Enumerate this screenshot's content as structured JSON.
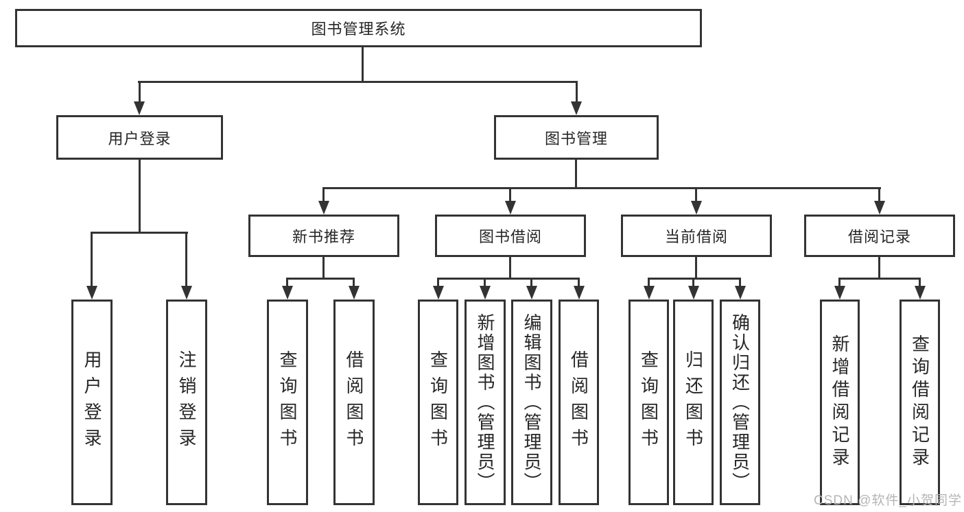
{
  "tree": {
    "root": {
      "label": "图书管理系统"
    },
    "branches": [
      {
        "label": "用户登录",
        "children": [
          {
            "label": "用户登录"
          },
          {
            "label": "注销登录"
          }
        ]
      },
      {
        "label": "图书管理",
        "children": [
          {
            "label": "新书推荐",
            "children": [
              {
                "label": "查询图书"
              },
              {
                "label": "借阅图书"
              }
            ]
          },
          {
            "label": "图书借阅",
            "children": [
              {
                "label": "查询图书"
              },
              {
                "label": "新增图书（管理员）"
              },
              {
                "label": "编辑图书（管理员）"
              },
              {
                "label": "借阅图书"
              }
            ]
          },
          {
            "label": "当前借阅",
            "children": [
              {
                "label": "查询图书"
              },
              {
                "label": "归还图书"
              },
              {
                "label": "确认归还（管理员）"
              }
            ]
          },
          {
            "label": "借阅记录",
            "children": [
              {
                "label": "新增借阅记录"
              },
              {
                "label": "查询借阅记录"
              }
            ]
          }
        ]
      }
    ]
  },
  "watermark": "CSDN @软件_小贺同学",
  "colors": {
    "line": "#333333",
    "text": "#262626",
    "watermark": "#b5b5b5",
    "bg": "#ffffff"
  }
}
